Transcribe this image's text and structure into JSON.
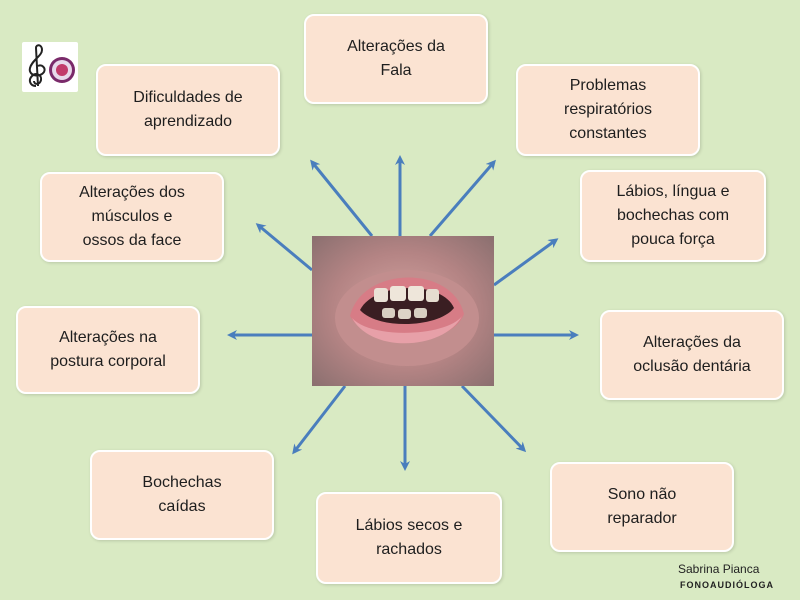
{
  "center": {
    "caption": ""
  },
  "nodes": {
    "fala": "Alterações da\nFala",
    "aprendizado": "Dificuldades de\naprendizado",
    "respiratorios": "Problemas\nrespiratórios\nconstantes",
    "musculos": "Alterações dos\nmúsculos  e\nossos da face",
    "labios_forca": "Lábios, língua e\nbochechas com\npouca força",
    "postura": "Alterações na\npostura corporal",
    "oclusao": "Alterações da\noclusão dentária",
    "bochechas": "Bochechas\ncaídas",
    "labios_secos": "Lábios secos e\nrachados",
    "sono": "Sono não\nreparador"
  },
  "author": {
    "name": "Sabrina Pianca",
    "role": "FONOAUDIÓLOGA"
  },
  "colors": {
    "background": "#d9eac3",
    "box_fill": "#fbe3d2",
    "arrow": "#4a7ebd"
  },
  "icons": {
    "logo": "treble-clef-logo",
    "photo": "open-mouth-photo"
  }
}
